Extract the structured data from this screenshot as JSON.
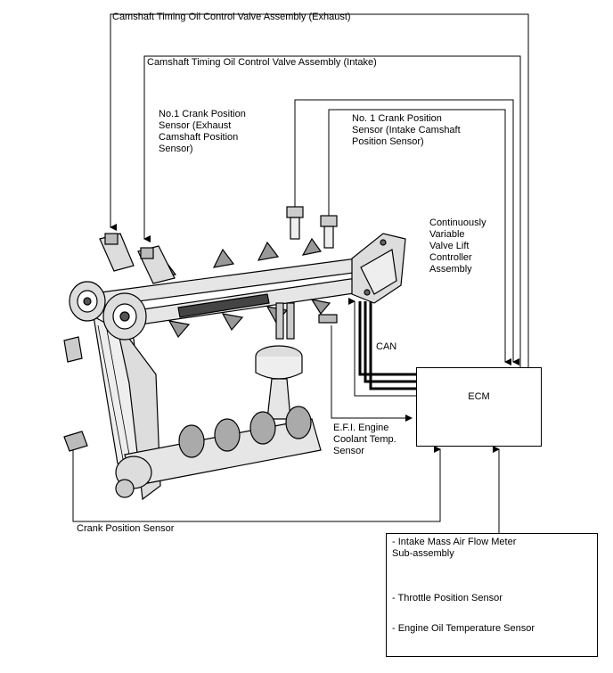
{
  "labels": {
    "ocv_exhaust": "Camshaft Timing Oil Control Valve Assembly (Exhaust)",
    "ocv_intake": "Camshaft Timing Oil Control Valve Assembly (Intake)",
    "crank_sensor_exhaust": "No.1 Crank Position\nSensor (Exhaust\nCamshaft Position\nSensor)",
    "crank_sensor_intake": "No. 1 Crank Position\nSensor (Intake Camshaft\nPosition Sensor)",
    "valve_lift_controller": "Continuously\nVariable\nValve Lift\nController\nAssembly",
    "can": "CAN",
    "ecm": "ECM",
    "coolant_sensor": "E.F.I. Engine\nCoolant Temp.\nSensor",
    "crank_position_sensor": "Crank Position Sensor"
  },
  "sensor_list": [
    "- Intake Mass Air Flow Meter\nSub-assembly",
    "- Throttle Position Sensor",
    "- Engine Oil Temperature Sensor"
  ]
}
